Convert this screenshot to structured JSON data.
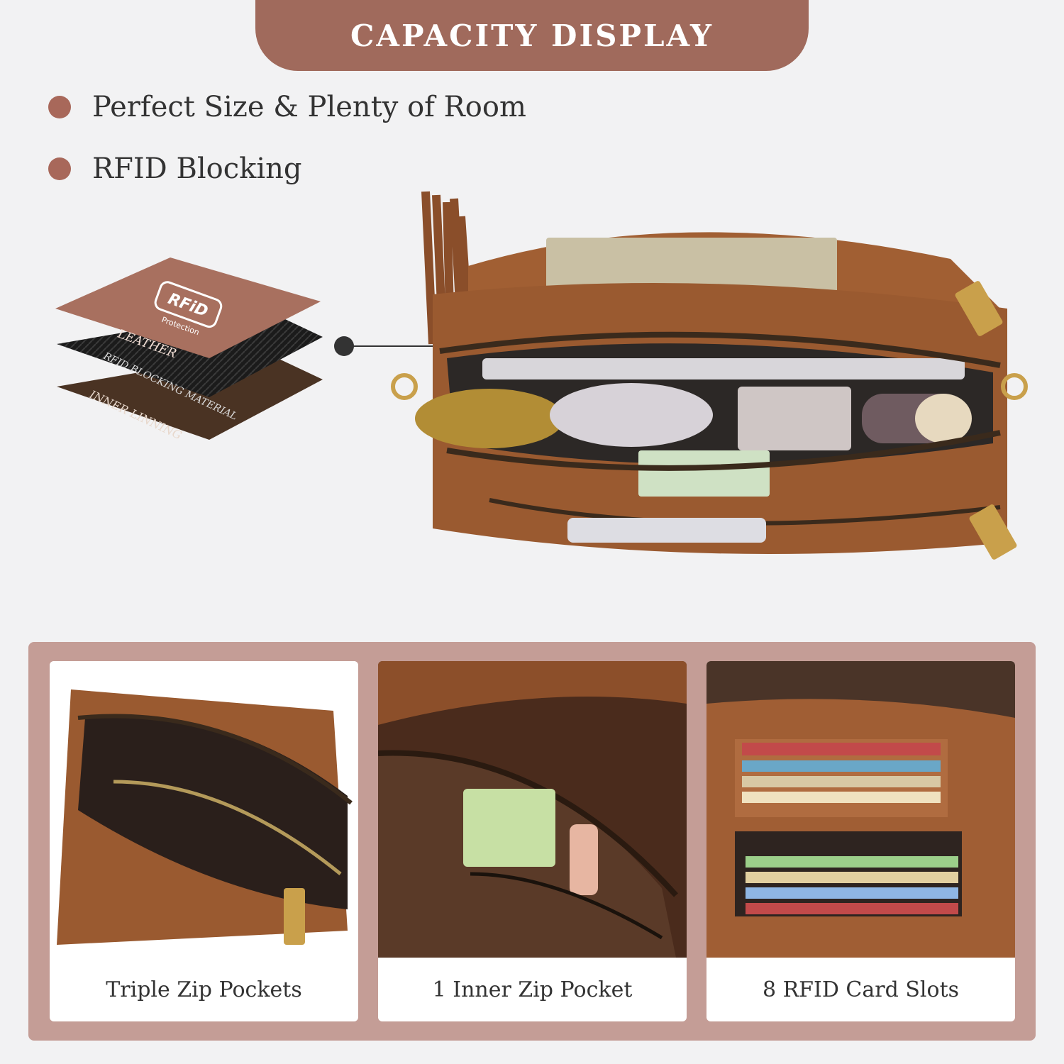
{
  "header": {
    "title": "CAPACITY DISPLAY"
  },
  "features": [
    {
      "text": "Perfect Size & Plenty of Room"
    },
    {
      "text": "RFID Blocking"
    }
  ],
  "rfid_diagram": {
    "badge_text": "RFiD",
    "badge_sub": "Protection",
    "layers": [
      {
        "label": "LEATHER",
        "color": "#a8705f"
      },
      {
        "label": "RFID BLOCKING MATERIAL",
        "color": "#1b1b1b"
      },
      {
        "label": "INNER LINNING",
        "color": "#4a3323"
      }
    ]
  },
  "panels": [
    {
      "label": "Triple Zip Pockets"
    },
    {
      "label": "1 Inner Zip Pocket"
    },
    {
      "label": "8 RFID Card Slots"
    }
  ],
  "colors": {
    "accent": "#a06a5c",
    "leather": "#9c5a2f",
    "frame": "#c49d96"
  }
}
